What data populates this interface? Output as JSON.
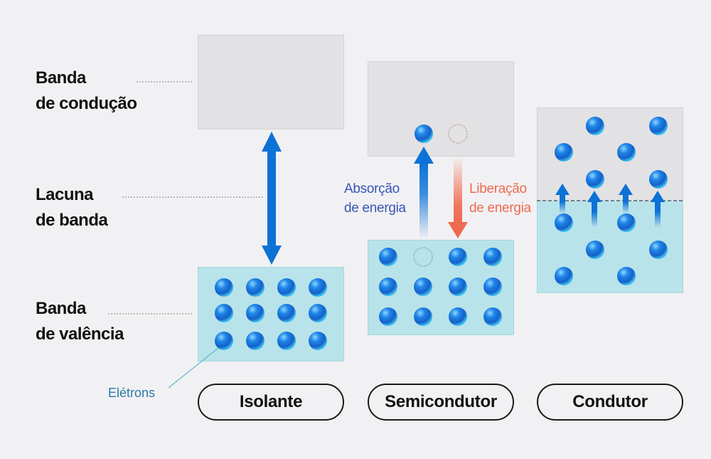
{
  "labels": {
    "conduction_band": [
      "Banda",
      "de condução"
    ],
    "band_gap": [
      "Lacuna",
      "de banda"
    ],
    "valence_band": [
      "Banda",
      "de valência"
    ],
    "electrons_callout": "Elétrons",
    "energy_absorption": [
      "Absorção",
      "de energia"
    ],
    "energy_release": [
      "Liberação",
      "de energia"
    ]
  },
  "materials": [
    {
      "name": "Isolante"
    },
    {
      "name": "Semicondutor"
    },
    {
      "name": "Condutor"
    }
  ],
  "colors": {
    "background": "#f1f1f3",
    "conduction_band": "#e2e2e4",
    "valence_band": "#b9e3ea",
    "electron": "#1a7fe0",
    "arrow_blue": "#0d72d6",
    "absorption_text": "#3a56b8",
    "release_text": "#ef6a4f",
    "callout_text": "#2b7aa5"
  }
}
